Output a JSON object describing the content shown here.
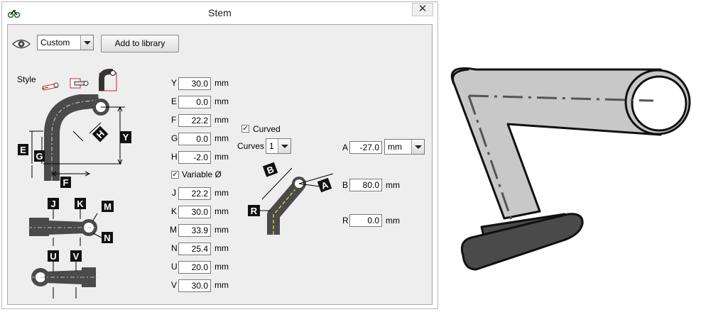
{
  "window": {
    "title": "Stem",
    "close_label": "✕"
  },
  "toolbar": {
    "preset_value": "Custom",
    "add_label": "Add to library"
  },
  "style": {
    "label": "Style"
  },
  "params": [
    {
      "name": "Y",
      "value": "30.0",
      "unit": "mm"
    },
    {
      "name": "E",
      "value": "0.0",
      "unit": "mm"
    },
    {
      "name": "F",
      "value": "22.2",
      "unit": "mm"
    },
    {
      "name": "G",
      "value": "0.0",
      "unit": "mm"
    },
    {
      "name": "H",
      "value": "-2.0",
      "unit": "mm"
    }
  ],
  "variable": {
    "label": "Variable Ø",
    "checked": true
  },
  "params2": [
    {
      "name": "J",
      "value": "22.2",
      "unit": "mm"
    },
    {
      "name": "K",
      "value": "30.0",
      "unit": "mm"
    },
    {
      "name": "M",
      "value": "33.9",
      "unit": "mm"
    },
    {
      "name": "N",
      "value": "25.4",
      "unit": "mm"
    },
    {
      "name": "U",
      "value": "20.0",
      "unit": "mm"
    },
    {
      "name": "V",
      "value": "30.0",
      "unit": "mm"
    }
  ],
  "curved": {
    "label": "Curved",
    "checked": true,
    "curves_label": "Curves",
    "curves_value": "1"
  },
  "curve_params": {
    "A": {
      "name": "A",
      "value": "-27.0",
      "unit_value": "mm"
    },
    "B": {
      "name": "B",
      "value": "80.0",
      "unit": "mm"
    },
    "R": {
      "name": "R",
      "value": "0.0",
      "unit": "mm"
    }
  },
  "diagram_letters": {
    "E": "E",
    "G": "G",
    "F": "F",
    "H": "H",
    "Y": "Y",
    "J": "J",
    "K": "K",
    "M": "M",
    "N": "N",
    "U": "U",
    "V": "V",
    "B": "B",
    "A": "A",
    "R": "R"
  },
  "check_mark": "✓",
  "colors": {
    "client_bg": "#eeeeee",
    "stem_dark": "#4a4a4a",
    "stem_light": "#c8c8c8",
    "curve_line": "#f0e040"
  }
}
